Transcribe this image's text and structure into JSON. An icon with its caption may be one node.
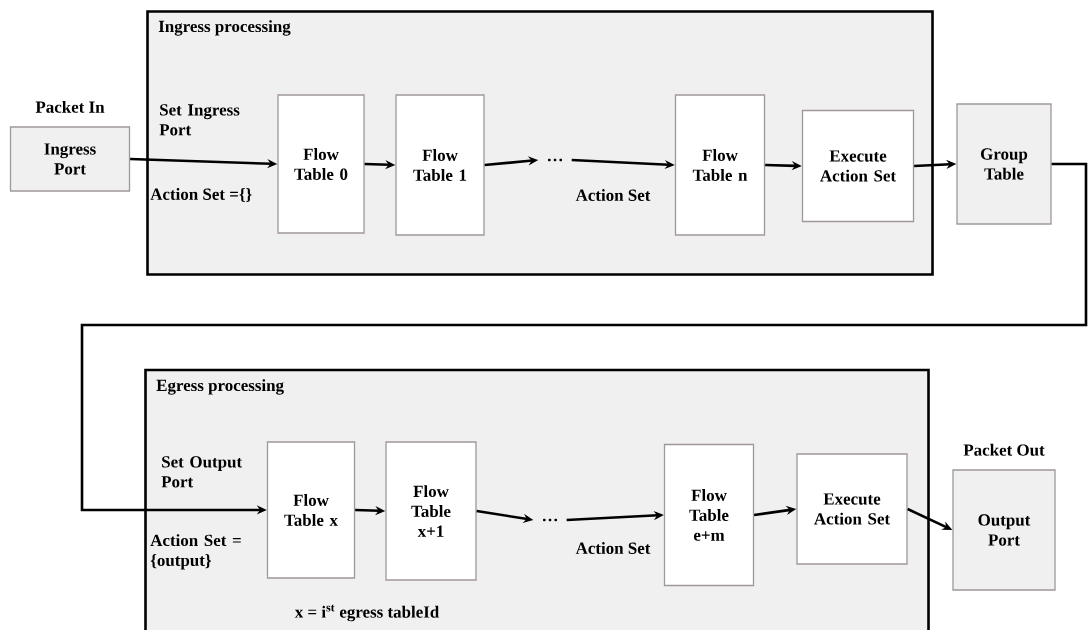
{
  "diagram": {
    "nodes": [
      {
        "text": [
          "Ingress processing"
        ]
      },
      {
        "text": [
          "Ingress Port"
        ],
        "beside": [
          "Packet In"
        ]
      },
      {
        "text": [
          "Flow Table 0"
        ],
        "in": 0
      },
      {
        "text": [
          "Flow Table 1"
        ],
        "in": 0
      },
      {
        "text": [
          "…"
        ],
        "in": 0
      },
      {
        "text": [
          "Flow Table n"
        ],
        "in": 0
      },
      {
        "text": [
          "Execute Action Set"
        ],
        "in": 0
      },
      {
        "text": [
          "Group Table"
        ]
      },
      {
        "text": [
          "Egress processing"
        ]
      },
      {
        "text": [
          "Flow Table x"
        ],
        "in": 8
      },
      {
        "text": [
          "Flow Table x+1"
        ],
        "in": 8
      },
      {
        "text": [
          "…"
        ],
        "in": 8
      },
      {
        "text": [
          "Flow Table e+m"
        ],
        "in": 8
      },
      {
        "text": [
          "Execute Action Set"
        ],
        "in": 8
      },
      {
        "text": [
          "Output Port"
        ],
        "beside": [
          "Packet Out"
        ]
      }
    ],
    "edges": [
      {
        "from": 1,
        "to": 2,
        "arrow": "to"
      },
      {
        "from": 2,
        "to": 3,
        "arrow": "to"
      },
      {
        "from": 3,
        "to": 4,
        "arrow": "to"
      },
      {
        "from": 4,
        "to": 5,
        "arrow": "to"
      },
      {
        "from": 5,
        "to": 6,
        "arrow": "to"
      },
      {
        "from": 6,
        "to": 7,
        "arrow": "to"
      },
      {
        "from": 7,
        "to": 9,
        "arrow": "to"
      },
      {
        "from": 9,
        "to": 10,
        "arrow": "to"
      },
      {
        "from": 10,
        "to": 11,
        "arrow": "to"
      },
      {
        "from": 11,
        "to": 12,
        "arrow": "to"
      },
      {
        "from": 12,
        "to": 13,
        "arrow": "to"
      },
      {
        "from": 13,
        "to": 14,
        "arrow": "to"
      }
    ],
    "labels": [
      "Set Ingress Port",
      "Action Set ={}",
      "Action Set",
      "Set Output Port",
      "Action Set = {output}",
      "Action Set",
      "x = i$^{st}$ egress tableId"
    ]
  }
}
